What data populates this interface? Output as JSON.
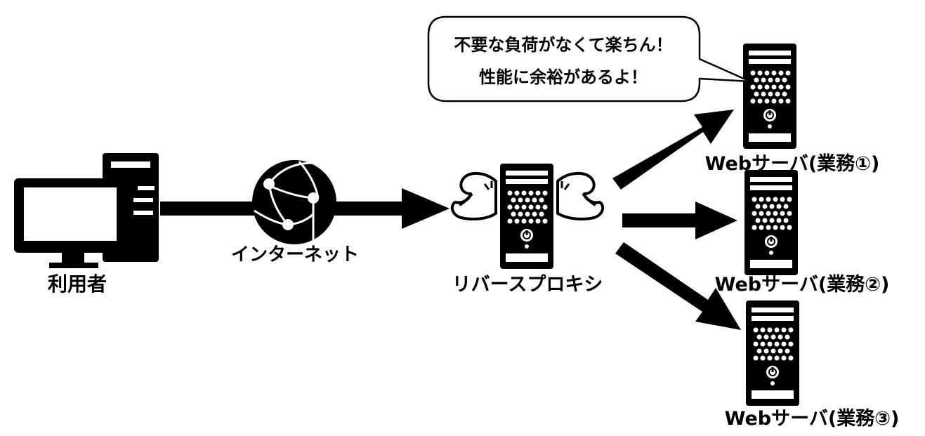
{
  "nodes": {
    "user": {
      "label": "利用者"
    },
    "internet": {
      "label": "インターネット"
    },
    "proxy": {
      "label": "リバースプロキシ"
    },
    "web_servers": [
      {
        "label": "Webサーバ(業務①)"
      },
      {
        "label": "Webサーバ(業務②)"
      },
      {
        "label": "Webサーバ(業務③)"
      }
    ]
  },
  "speech_bubble": {
    "lines": [
      "不要な負荷がなくて楽ちん！",
      "性能に余裕があるよ！"
    ]
  },
  "colors": {
    "ink": "#000000",
    "paper": "#ffffff"
  }
}
